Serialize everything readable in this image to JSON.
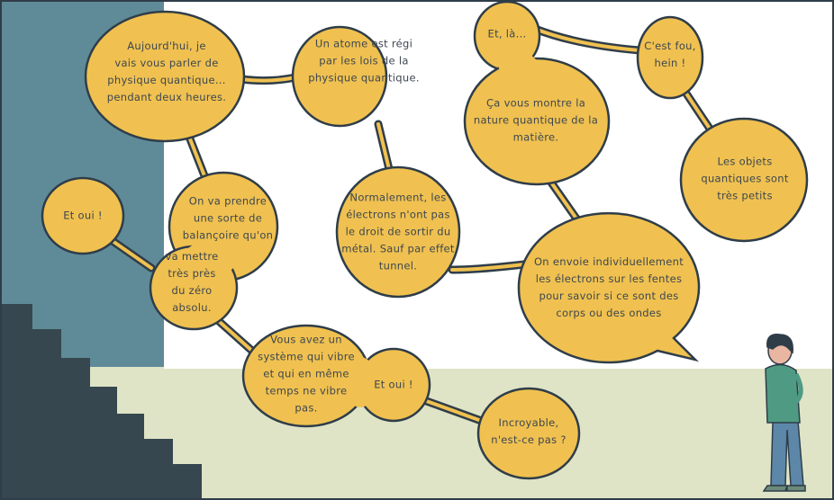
{
  "colors": {
    "wall_teal": "#5f8b98",
    "wall_white": "#ffffff",
    "floor": "#dfe4c6",
    "stairs": "#37474f",
    "bubble": "#f0c150",
    "outline": "#2f3d49"
  },
  "bubbles": [
    {
      "id": "aujourdhui",
      "text": "Aujourd'hui, je\nvais vous parler de\nphysique quantique...\npendant deux heures."
    },
    {
      "id": "atome",
      "text": "Un atome est régi\npar les lois de la\nphysique quantique."
    },
    {
      "id": "et-oui-1",
      "text": "Et oui !"
    },
    {
      "id": "balancoire-1",
      "text": "On va prendre\nune sorte de\nbalançoire qu'on"
    },
    {
      "id": "balancoire-2",
      "text": "va mettre\ntrès près\ndu zéro\nabsolu."
    },
    {
      "id": "normalement",
      "text": "Normalement, les\nélectrons n'ont pas\nle droit de sortir du\nmétal. Sauf par effet\ntunnel."
    },
    {
      "id": "et-la",
      "text": "Et, là..."
    },
    {
      "id": "ca-vous",
      "text": "Ça vous montre la\nnature quantique de la\nmatière."
    },
    {
      "id": "cest-fou",
      "text": "C'est fou,\nhein !"
    },
    {
      "id": "objets",
      "text": "Les objets\nquantiques sont\ntrès petits"
    },
    {
      "id": "envoie",
      "text": "On envoie individuellement\nles électrons sur les fentes\npour savoir si ce sont des\ncorps ou des ondes"
    },
    {
      "id": "vibre",
      "text": "Vous avez un\nsystème qui vibre\net qui en même\ntemps ne vibre\npas."
    },
    {
      "id": "et-oui-2",
      "text": "Et oui !"
    },
    {
      "id": "incroyable",
      "text": "Incroyable,\nn'est-ce pas ?"
    }
  ]
}
